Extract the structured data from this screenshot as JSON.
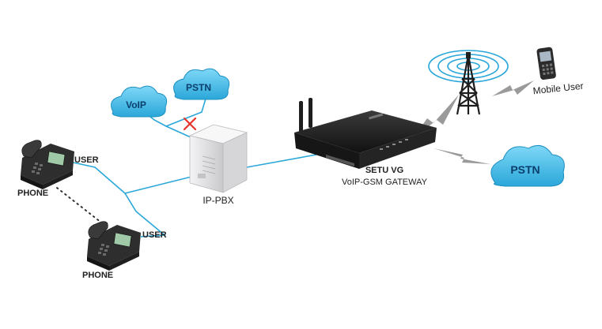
{
  "labels": {
    "user_top": "USER",
    "user_bottom": "USER",
    "phone_top": "PHONE",
    "phone_bottom": "PHONE",
    "ippbx": "IP-PBX",
    "gateway_name": "SETU VG",
    "gateway_subtitle": "VoIP-GSM GATEWAY",
    "mobile_user": "Mobile User"
  },
  "clouds": {
    "voip": "VoIP",
    "pstn_top": "PSTN",
    "pstn_right": "PSTN"
  },
  "colors": {
    "link_line": "#2aa7d9",
    "cloud_fill": "#4cc3ef",
    "cloud_stroke": "#1e8fc2",
    "wireless_link": "#9a9a9a",
    "blocked_mark": "#e8322a",
    "device_dark": "#2b2b2b",
    "pbx_body": "#e4e4e6"
  },
  "icons": {
    "phone": "desk-phone-icon",
    "pbx": "server-box-icon",
    "gateway": "router-icon",
    "tower": "cell-tower-icon",
    "mobile": "mobile-phone-icon",
    "blocked": "red-x-icon"
  }
}
